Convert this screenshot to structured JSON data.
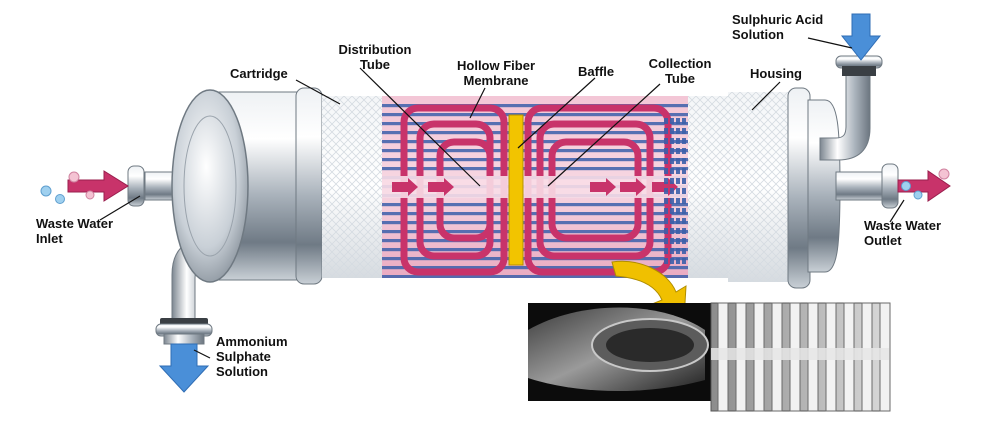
{
  "labels": {
    "cartridge": "Cartridge",
    "distribution_tube": [
      "Distribution",
      "Tube"
    ],
    "hollow_fiber_membrane": [
      "Hollow Fiber",
      "Membrane"
    ],
    "baffle": "Baffle",
    "collection_tube": [
      "Collection",
      "Tube"
    ],
    "housing": "Housing",
    "sulphuric_acid_solution": [
      "Sulphuric Acid",
      "Solution"
    ],
    "waste_water_inlet": [
      "Waste Water",
      "Inlet"
    ],
    "waste_water_outlet": [
      "Waste Water",
      "Outlet"
    ],
    "ammonium_sulphate_solution": [
      "Ammonium",
      "Sulphate",
      "Solution"
    ]
  },
  "colors": {
    "fiber_pink": "#e7a7bf",
    "fiber_blue": "#3b5faa",
    "flow_magenta": "#c8336a",
    "baffle_yellow": "#f2c400",
    "steel": "#b8c0c8",
    "arrow_blue": "#4a8fd8",
    "callout_yellow": "#f0c000"
  }
}
